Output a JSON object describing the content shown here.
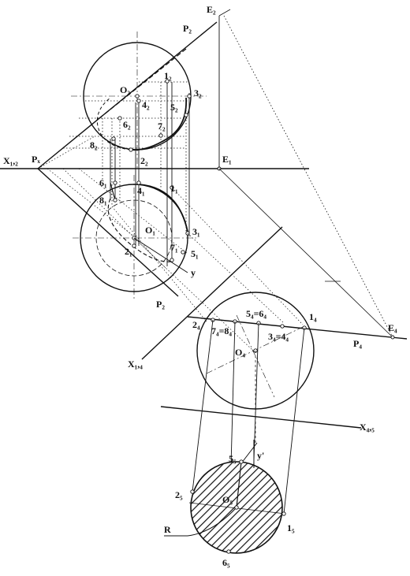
{
  "labels": {
    "E2": "E₂",
    "P2_top": "P₂",
    "O2": "O₂",
    "l2": "1₂",
    "s3_2": "3₂",
    "s4_2": "4₂",
    "s5_2": "5₂",
    "s6_2": "6₂",
    "s7_2": "7₂",
    "s8_2": "8₂",
    "X12": "X₁,₂",
    "Px": "Pₓ",
    "s2_2": "2₂",
    "E1": "E₁",
    "s6_1": "6₁",
    "s4_1": "4₁",
    "s1_1": "1₁",
    "s8_1": "8₁",
    "O1": "O₁",
    "s3_1": "3₁",
    "s2_1": "2₁",
    "s7_1": "7₁",
    "s5_1": "5₁",
    "y": "y",
    "P2_bottom": "P₂",
    "s2_4": "2₄",
    "s5_4": "5₄=6₄",
    "s1_4": "1₄",
    "s7_4": "7₄=8₄",
    "s3_4": "3₄=4₄",
    "E4": "E₄",
    "P4": "P₄",
    "O4": "O₄",
    "X14": "X₁,₄",
    "X45": "X₄,₅",
    "y_prime": "y'",
    "s5_5": "5₅",
    "s2_5": "2₅",
    "O5": "O₅",
    "R": "R",
    "s1_5": "1₅",
    "s6_5": "6₅"
  }
}
